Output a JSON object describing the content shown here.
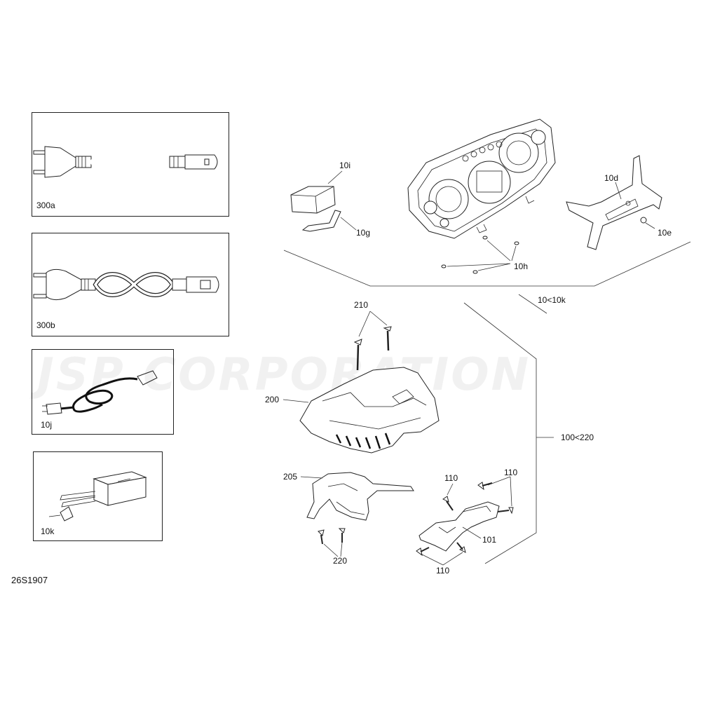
{
  "watermark": "JSP CORPORATION",
  "diagram_code": "26S1907",
  "inset_boxes": [
    {
      "id": "300a",
      "label": "300a",
      "part": "Power cord with round-pin plug"
    },
    {
      "id": "300b",
      "label": "300b",
      "part": "Power cord with round-pin plug"
    },
    {
      "id": "10j",
      "label": "10j",
      "part": "Cable with connector"
    },
    {
      "id": "10k",
      "label": "10k",
      "part": "Power supply module"
    }
  ],
  "callouts": {
    "c10i": "10i",
    "c10g": "10g",
    "c10d": "10d",
    "c10e": "10e",
    "c10h": "10h",
    "range_top": "10<10k",
    "c210": "210",
    "c200": "200",
    "range_mid": "100<220",
    "c205": "205",
    "c220": "220",
    "c110a": "110",
    "c110b": "110",
    "c110c": "110",
    "c101": "101"
  },
  "colors": {
    "line": "#222222",
    "watermark": "#000000"
  }
}
